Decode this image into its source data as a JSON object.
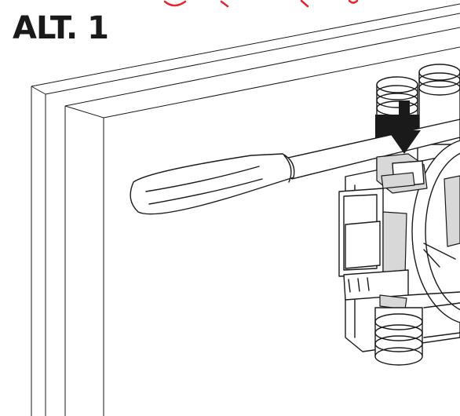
{
  "heading": {
    "label": "ALT. 1"
  },
  "colors": {
    "line": "#1a1a1a",
    "highlight": "#d8d8d8",
    "accent": "#e3262f",
    "background": "#ffffff"
  },
  "illustration": {
    "parts": [
      "wall-frame",
      "screwdriver",
      "installation-box",
      "conduit-pipes",
      "mounting-clips",
      "down-arrow"
    ]
  }
}
